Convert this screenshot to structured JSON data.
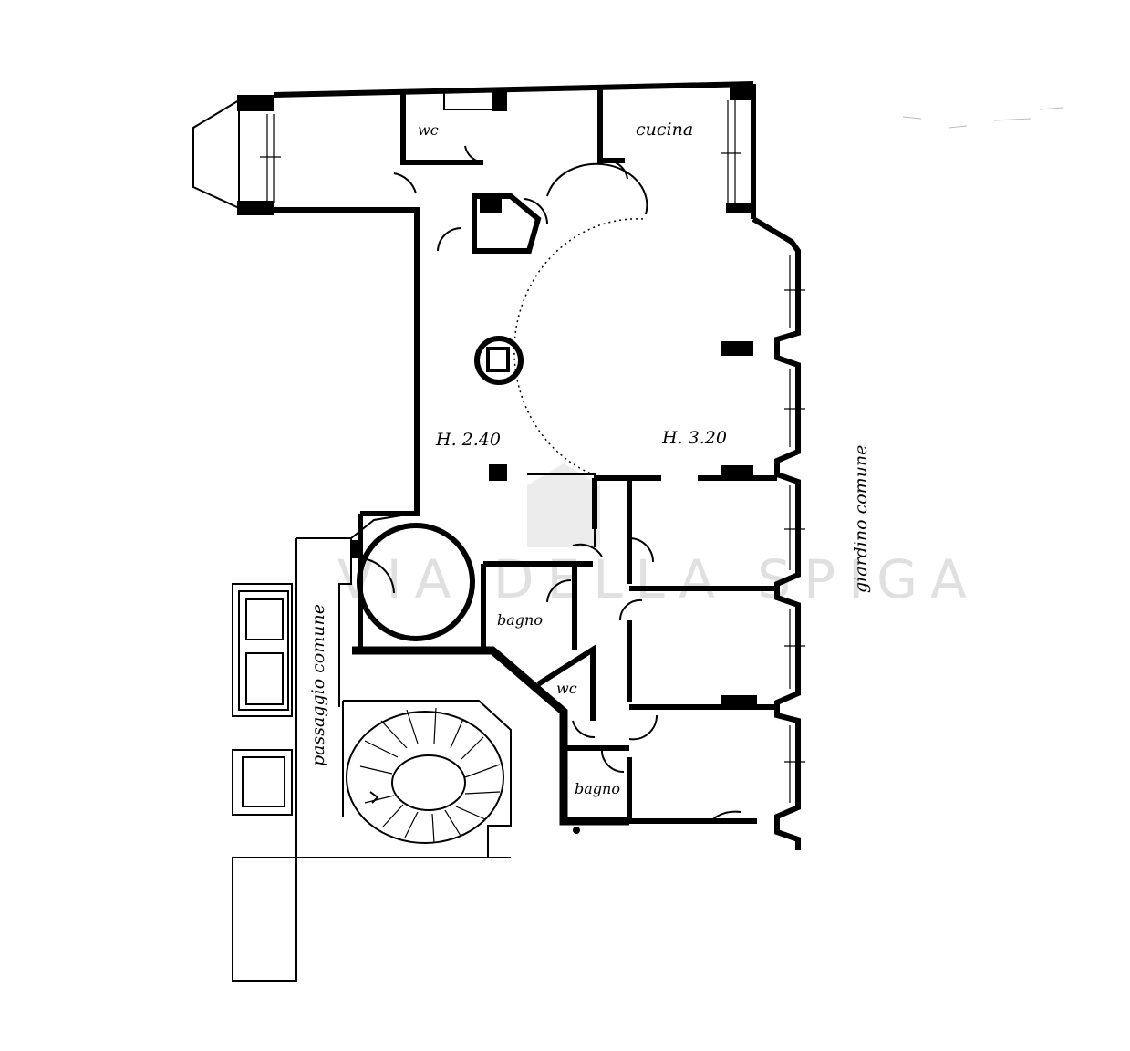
{
  "labels": {
    "wc_top": "wc",
    "kitchen": "cucina",
    "height_left": "H. 2.40",
    "height_right": "H. 3.20",
    "garden": "giardino comune",
    "passage": "passaggio comune",
    "bath_middle": "bagno",
    "wc_bottom": "wc",
    "bath_bottom": "bagno"
  },
  "watermark": "VIA DELLA SPIGA"
}
